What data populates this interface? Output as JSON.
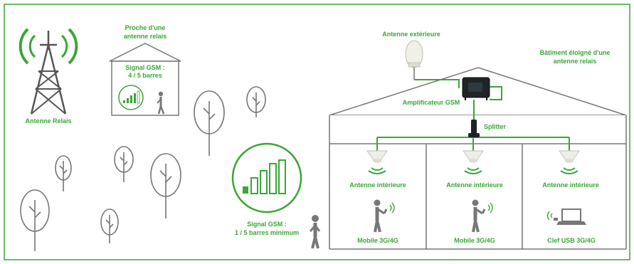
{
  "colors": {
    "accent": "#3aa636",
    "frame": "#3aa636",
    "stroke": "#6b6b6b",
    "fill_light": "#f2f2f2"
  },
  "labels": {
    "tower": "Antenne Relais",
    "near_house_title_line1": "Proche d'une",
    "near_house_title_line2": "antenne relais",
    "near_signal_line1": "Signal GSM :",
    "near_signal_line2": "4 / 5 barres",
    "outdoor_antenna": "Antenne extérieure",
    "far_building_line1": "Bâtiment éloigné d'une",
    "far_building_line2": "antenne relais",
    "amplifier": "Amplificateur GSM",
    "splitter": "Splitter",
    "far_signal_line1": "Signal GSM :",
    "far_signal_line2": "1 / 5 barres minimum",
    "rooms": [
      {
        "antenna": "Antenne intérieure",
        "device": "Mobile 3G/4G",
        "device_icon": "phone-user-icon"
      },
      {
        "antenna": "Antenne intérieure",
        "device": "Mobile 3G/4G",
        "device_icon": "phone-user-icon"
      },
      {
        "antenna": "Antenne intérieure",
        "device": "Clef USB 3G/4G",
        "device_icon": "laptop-usb-icon"
      }
    ]
  },
  "signal": {
    "near_bars": 4,
    "near_total": 5,
    "far_bars": 1,
    "far_total": 5
  }
}
